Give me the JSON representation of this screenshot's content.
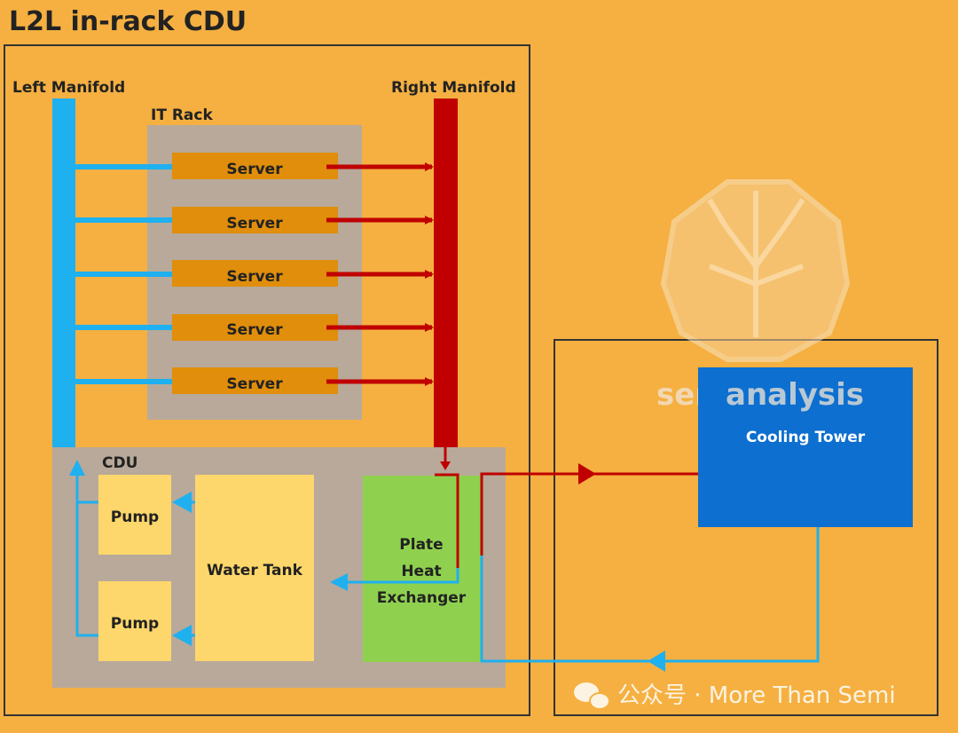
{
  "title": "L2L in-rack CDU",
  "labels": {
    "left_manifold": "Left Manifold",
    "right_manifold": "Right Manifold",
    "it_rack": "IT Rack",
    "cdu": "CDU",
    "water_tank": "Water Tank",
    "plate_heat_exchanger": [
      "Plate",
      "Heat",
      "Exchanger"
    ],
    "cooling_tower": "Cooling Tower"
  },
  "servers": [
    "Server",
    "Server",
    "Server",
    "Server",
    "Server"
  ],
  "pumps": [
    "Pump",
    "Pump"
  ],
  "watermark": {
    "brand_left": "semi",
    "brand_right": "analysis"
  },
  "credit": "公众号 · More Than Semi",
  "colors": {
    "background": "#f5b041",
    "cold_line": "#1fb0ef",
    "hot_line": "#c00000",
    "rack_gray": "#b8a99a",
    "server": "#e08e0b",
    "pump_tank": "#fdd76b",
    "heat_exchanger": "#8fd14f",
    "cooling_tower": "#0d6fcf"
  }
}
